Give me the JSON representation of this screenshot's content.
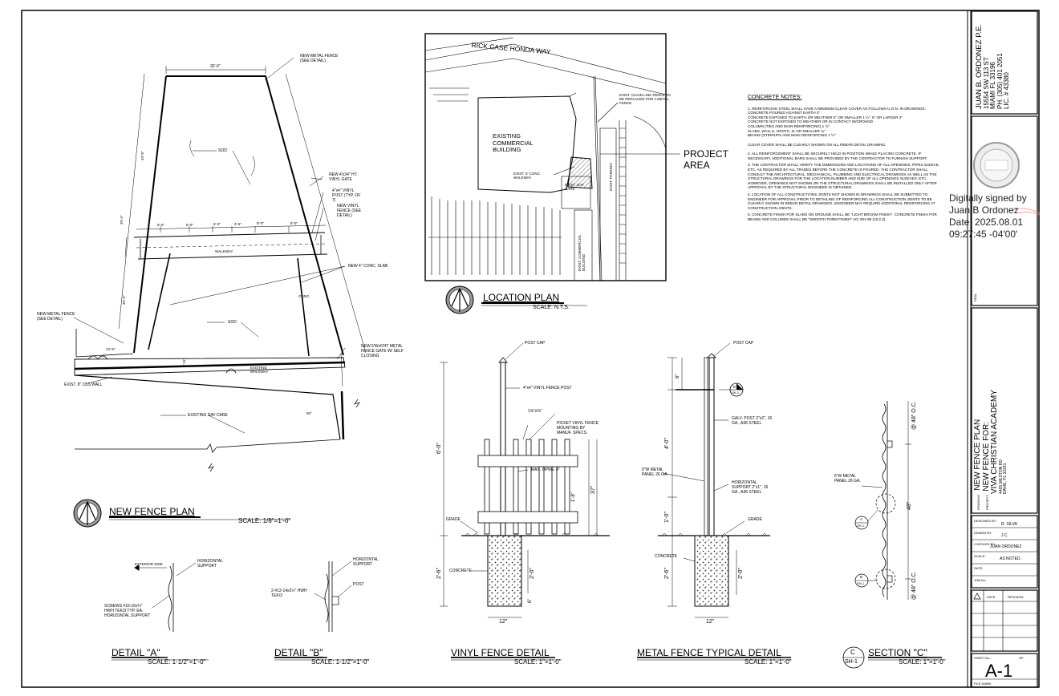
{
  "engineer": {
    "name": "JUAN B. ORDONEZ P.E.",
    "address": "15554 SW 113 ST",
    "city": "MIAMI FL 33196",
    "phone": "PH. (305) 401 2051",
    "license": "LIC. # 43380"
  },
  "seal_label": "SEAL",
  "signature": {
    "line1": "Digitally signed by",
    "line2": "Juan B Ordonez",
    "line3": "Date: 2025.08.01",
    "line4": "09:27:45 -04'00'"
  },
  "project": {
    "drawing_label": "DRAWING:",
    "drawing": "NEW FENCE PLAN",
    "project_label": "PROJECT:",
    "title1": "NEW FENCE FOR:",
    "title2": "VIVA CHRISTIAN ACADEMY",
    "address1": "4465 WESTON RD",
    "address2": "DAVIE, FL 33331"
  },
  "title_block": {
    "designed_by_label": "DESIGNED BY:",
    "designed_by": "R. SILVA",
    "drawn_by_label": "DRAWN BY:",
    "drawn_by": "J.C.",
    "checked_by_label": "CHECKED BY:",
    "checked_by": "JUAN ORDONEZ",
    "scale_label": "SCALE:",
    "scale": "AS NOTED.",
    "date_label": "DATE:",
    "job_label": "JOB No.:",
    "rev_date_label": "DATE:",
    "revision_label": "REVISION:",
    "sheet_label": "SHEET No.:",
    "of_label": "OF:",
    "sheet_no": "A-1",
    "file_label": "FILE NAME:"
  },
  "concrete_notes": {
    "heading": "CONCRETE NOTES:",
    "n1": "1. REINFORCING STEEL SHALL HAVE A MINIMUM CLEAR COVER AS FOLLOWS U.O.N. IN DRAWINGS:",
    "n1a": "CONCRETE POURED AGAINST EARTH 3\"",
    "n1b": "CONCRETE EXPOSED TO EARTH OR WEATHER 5\" OR SMALLER 1 ½\", 6\" OR LARGER 2\"",
    "n1c": "CONCRETE NOT EXPOSED TO WEATHER OR IN CONTACT W/GROUND",
    "n1d": "COLUMN (TIES AND MAIN REINFORCING) 1 ½\"",
    "n1e": "SLABS, WALLS, JOINTS, 11 OR SMALLER ¾\"",
    "n1f": "BEAMS (STIRRUPS AND MAIN REINFORCING 1 ½\"",
    "n1g": "CLEAR COVER SHALL BE CLEARLY SHOWN ON ALL REBAR DETAIL DRAWING.",
    "n2": "2. ALL REINFORCEMENT SHALL BE SECURELY HELD IN POSITION WHILE PLACING CONCRETE. IF NECESSARY, ADDITIONAL BARS SHALL BE PROVIDED BY THE CONTRACTOR TO FURNISH SUPPORT.",
    "n3": "3. THE CONTRACTOR SHALL VERIFY THE DIMENSIONS AND LOCATIONS OF ALL OPENINGS, PIPES SLEEVE, ETC. AS REQUIRED BY ALL TRADES BEFORE THE CONCRETE IS POURED. THE CONTRACTOR SHALL CONSULT THE ARCHITECTURAL, MECHANICAL, PLUMBING AND ELECTRICAL DRAWINGS AS WELL AS THE STRUCTURAL DRAWINGS FOR THE LOCATION NUMBER AND SIZE OF ALL OPENINGS SLEEVES, ETC. HOWEVER, OPENINGS NOT SHOWN ON THE STRUCTURAL DRAWINGS SHALL BE INSTALLED ONLY AFTER APPROVAL BY THE STRUCTURAL ENGINEER IS OBTAINED.",
    "n4": "4. LOCATION OF ALL CONSTRUCTIONS JOINTS NOT SHOWN IN DRAWINGS SHALL BE SUBMITTED TO ENGINEER FOR APPROVAL PRIOR TO DETAILING OF REINFORCING ALL CONSTRUCTION JOINTS TO BE CLEARLY SHOWN IN REBAR DETAIL DRAWINGS. ENGINEER MAY REQUIRE ADDITIONAL REINFORCING AT CONSTRUCTION JOINTS.",
    "n5": "5. CONCRETE FINISH FOR SLABS ON GROUND SHALL BE \"LIGHT BROOM FINISH\". CONCRETE FINISH FOR BEAMS AND COLUMNS SHALL BE \"SMOOTH FORM FINISH\" ACI 301-89 (10.2.2)"
  },
  "location_plan": {
    "title": "LOCATION PLAN",
    "scale": "SCALE: N.T.S.",
    "road": "RICK CASE HONDA WAY",
    "building": "EXISTING COMMERCIAL BUILDING",
    "project_area": "PROJECT AREA",
    "chain_link": "EXIST. CHAIN LINK FENCE TO BE REPLACED FOR A METAL FENCE",
    "walkway": "EXIST. 5' CONC. WALKWAY",
    "day_care": "EXIST. DAY CARE",
    "parking": "EXIST. PARKING",
    "comm_building": "EXIST. COMMERCIAL BUILDING"
  },
  "fence_plan": {
    "title": "NEW FENCE PLAN",
    "scale": "SCALE: 1/8\"=1'-0\"",
    "new_metal_fence_top": "NEW METAL FENCE (SEE DETAIL)",
    "dim_top": "32'-0\"",
    "sod1": "SOD",
    "sod2": "SOD",
    "new_gate": "NEW 4'x34\" HT. VINYL GATE",
    "vinyl_post": "4\"x4\" VINYL POST (TYP. OF 7)",
    "new_vinyl_fence": "NEW VINYL FENCE (SEE DETAIL)",
    "walkway": "WALKWAY",
    "conc_slab": "NEW 4\" CONC. SLAB",
    "conc": "CONC.",
    "new_metal_fence_left": "NEW METAL FENCE (SEE DETAIL)",
    "metal_gate": "NEW 5'Wx6'HT METAL FENCE GATE W/ SELF CLOSING",
    "cbs_wall": "EXIST. 8\" CBS WALL",
    "existing_walkway": "EXISTING WALKWAY",
    "existing_day_care": "EXISTING DAY CARE",
    "dims": [
      "8'-0\"",
      "8'-0\"",
      "6'-3\"",
      "4'-6\"",
      "8'-0\"",
      "8'-0\""
    ],
    "dim_left1": "43'-8\"",
    "dim_left2": "39'-4\"",
    "dim_left3": "33'-4\"",
    "dim_a": "12'-8\"",
    "dim_b": "4'-11\"",
    "angle": "85°"
  },
  "vinyl_detail": {
    "title": "VINYL FENCE DETAIL",
    "scale": "SCALE: 1\"=1'-0\"",
    "post_cap": "POST CAP",
    "post": "4\"x4\" VINYL FENCE POST",
    "picket": "PICKET VINYL FENCE MOUNTING BY MANUF. SPECS.",
    "picket_size": "1⅜\"x⅜\"",
    "max_opng": "MAX. OPNG. 4\"",
    "grade": "GRADE",
    "concrete": "CONCRETE",
    "width": "12\"",
    "dim_6": "6'-0\"",
    "dim_37": "37\"",
    "dim_2": "2'-6\"",
    "dim_2b": "2'-0\"",
    "dim_1_8": "1'-8\"",
    "dim_6in": "6\""
  },
  "metal_detail": {
    "title": "METAL FENCE TYPICAL DETAIL",
    "scale": "SCALE: 1\"=1'-0\"",
    "post_cap": "POST CAP",
    "galv_post": "GALV. POST 2\"x2\", 16 GA., A36 STEEL",
    "panel": "6\"W METAL PANEL 26 GA.",
    "horiz": "HORIZONTAL SUPPORT 2\"x1\", 16 GA., A36 STEEL",
    "grade": "GRADE",
    "concrete": "CONCRETE",
    "width": "12\"",
    "dim_4": "4'-0\"",
    "dim_1": "1'-0\"",
    "dim_2": "2'-6\"",
    "dim_2b": "2'-0\"",
    "dim_6in": "6\"",
    "section_tag_letter": "C",
    "section_tag_sheet": "SH-1"
  },
  "section_c": {
    "title": "SECTION \"C\"",
    "scale": "SCALE: 1\"=1'-0\"",
    "tag_letter": "C",
    "tag_sheet": "SH-1",
    "panel": "6\"W METAL PANEL 26 GA.",
    "oc1": "@ 48\" O.C.",
    "oc2": "@ 48\" O.C.",
    "dim_48": "48\"",
    "bubble_a": "A",
    "bubble_b": "B",
    "bubble_sheet": "SH-1"
  },
  "detail_a": {
    "title": "DETAIL \"A\"",
    "scale": "SCALE: 1-1/2\"=1'-0\"",
    "exterior": "EXTERIOR SIDE",
    "horizontal": "HORIZONTAL SUPPORT",
    "screws": "SCREWS #10-16x¾\" HWH TEK/3 TYP. EA. HORIZONTAL SUPPORT"
  },
  "detail_b": {
    "title": "DETAIL \"B\"",
    "scale": "SCALE: 1-1/2\"=1'-0\"",
    "horizontal": "HORIZONTAL SUPPORT",
    "post": "POST",
    "screws": "2-#12-14x2½\" HWH TEK/3"
  }
}
